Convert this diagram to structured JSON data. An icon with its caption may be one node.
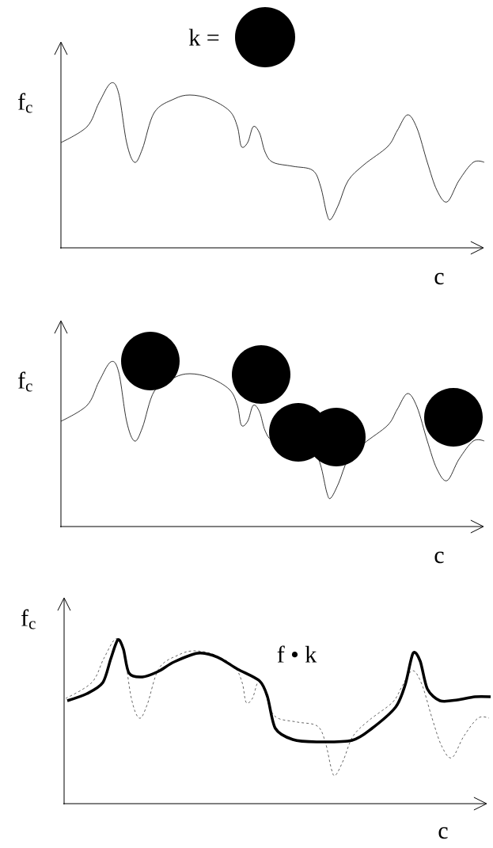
{
  "diagram": {
    "labels": [
      "k =",
      "f$_{c}$",
      "c",
      "f$_{c}$",
      "c",
      "f$_{c}$",
      "f • k",
      "c"
    ]
  }
}
